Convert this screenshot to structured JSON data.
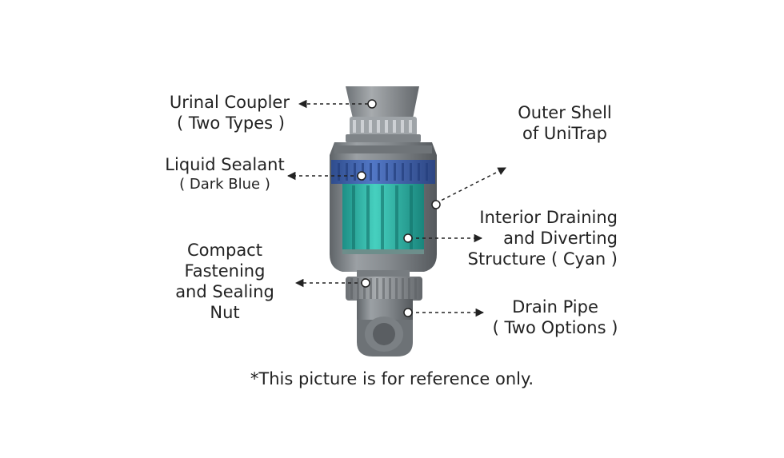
{
  "labels": {
    "urinal_coupler": {
      "line1": "Urinal Coupler",
      "line2": "( Two Types )"
    },
    "liquid_sealant": {
      "line1": "Liquid Sealant",
      "line2": "( Dark Blue )"
    },
    "compact_nut": {
      "line1": "Compact",
      "line2": "Fastening",
      "line3": "and Sealing",
      "line4": "Nut"
    },
    "outer_shell": {
      "line1": "Outer Shell",
      "line2": "of  UniTrap"
    },
    "interior": {
      "line1": "Interior Draining",
      "line2": "and Diverting",
      "line3": "Structure ( Cyan )"
    },
    "drain_pipe": {
      "line1": "Drain Pipe",
      "line2": "( Two Options )"
    }
  },
  "note": "*This picture is for reference only.",
  "colors": {
    "shell": "#8a8f94",
    "sealant": "#3e63b5",
    "interior": "#2fb6a6",
    "arrow": "#222222"
  }
}
